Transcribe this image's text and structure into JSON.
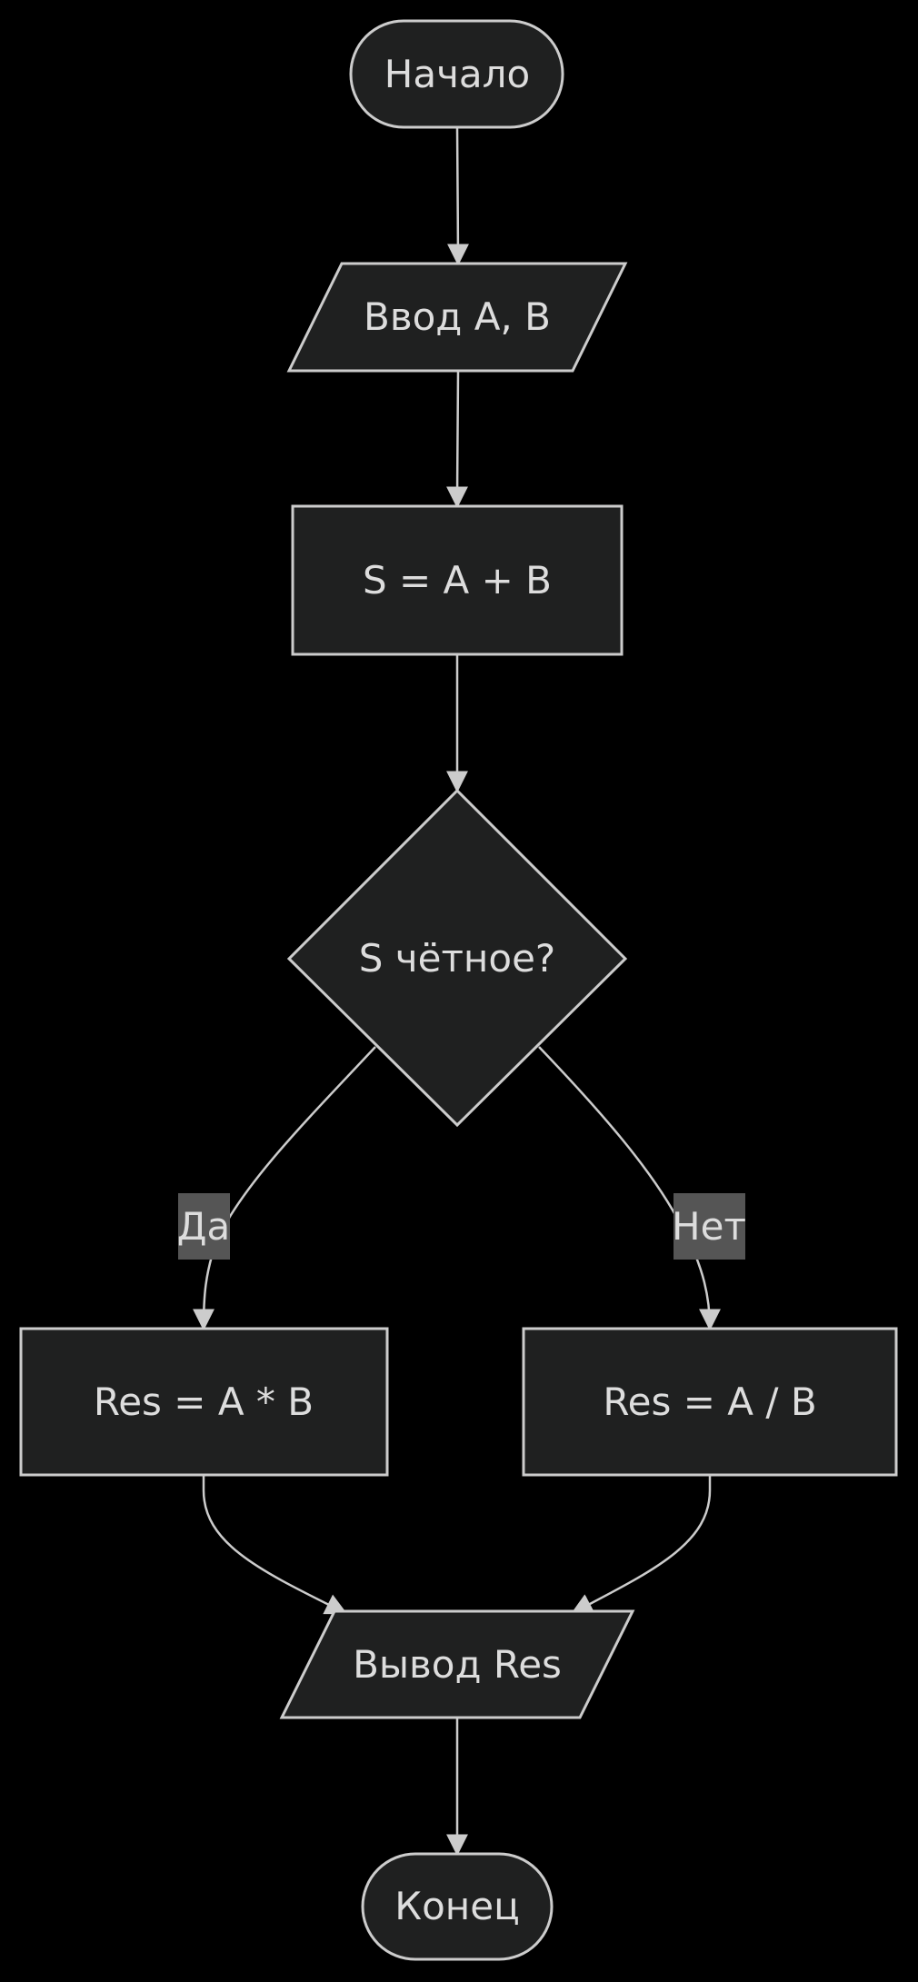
{
  "diagram": {
    "nodes": {
      "start": "Начало",
      "input": "Ввод A, B",
      "sum": "S = A + B",
      "decision": "S чётное?",
      "multiply": "Res = A * B",
      "divide": "Res = A / B",
      "output": "Вывод Res",
      "end": "Конец"
    },
    "edge_labels": {
      "yes": "Да",
      "no": "Нет"
    },
    "colors": {
      "background": "#000000",
      "node_fill": "#1f2020",
      "stroke": "#cccccc",
      "text": "#dddddd",
      "label_background": "#555555"
    }
  }
}
